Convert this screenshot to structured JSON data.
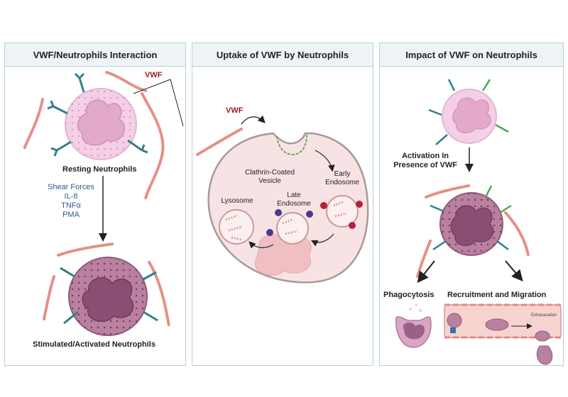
{
  "panels": [
    {
      "title": "VWF/Neutrophils Interaction"
    },
    {
      "title": "Uptake of VWF by Neutrophils"
    },
    {
      "title": "Impact of VWF on Neutrophils"
    }
  ],
  "interaction": {
    "vwf_label": "VWF",
    "resting": "Resting Neutrophils",
    "stimuli": [
      "Shear Forces",
      "IL-8",
      "TNFα",
      "PMA"
    ],
    "activated": "Stimulated/Activated Neutrophils"
  },
  "uptake": {
    "vwf_label": "VWF",
    "clathrin": [
      "Clathrin-Coated",
      "Vesicle"
    ],
    "early": [
      "Early",
      "Endosome"
    ],
    "late": [
      "Late",
      "Endosome"
    ],
    "lysosome": "Lysosome"
  },
  "impact": {
    "activation": [
      "Activation In",
      "Presence of VWF"
    ],
    "phagocytosis": "Phagocytosis",
    "recruitment": "Recruitment and Migration",
    "extravasation": "Extravasation"
  },
  "colors": {
    "border": "#b9cfd6",
    "header_bg": "#eef4f6",
    "vwf_red": "#9b1b1b",
    "stimuli_blue": "#2e5b8f",
    "resting_cell": "#f4cfe6",
    "activated_cell": "#b9809f",
    "nucleus": "#9c5f8a",
    "vessel": "#f7d3cf"
  }
}
